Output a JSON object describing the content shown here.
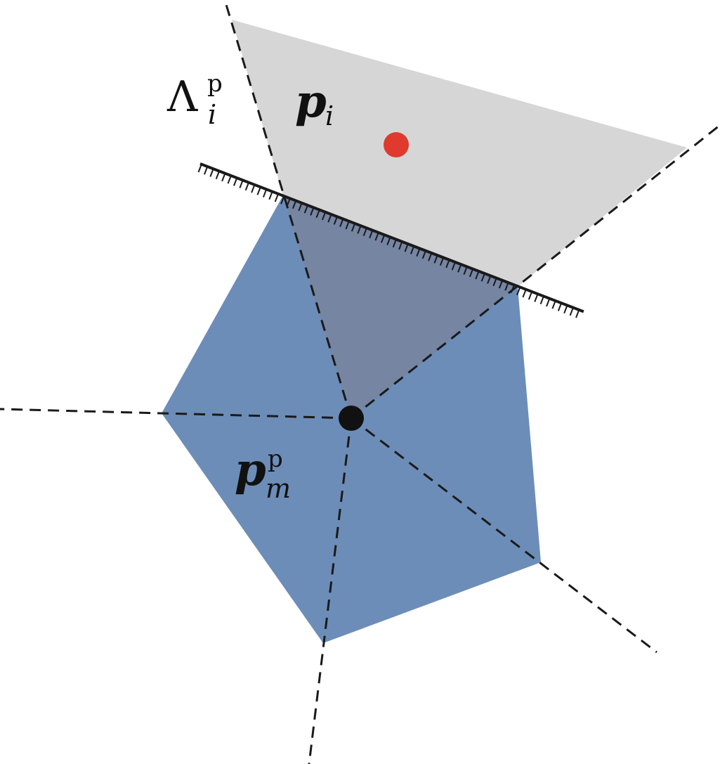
{
  "diagram": {
    "labels": {
      "lambda": {
        "symbol": "Λ",
        "sup": "p",
        "sub": "i"
      },
      "p_i": {
        "symbol": "p",
        "sub": "i"
      },
      "p_m": {
        "symbol": "p",
        "sup": "p",
        "sub": "m"
      }
    },
    "colors": {
      "gray_region": "#d6d6d6",
      "blue_cell": "#6c8db8",
      "overlap": "#7585a2",
      "dashed_line": "#1a1a1a",
      "boundary_line": "#1a1a1a",
      "center_point": "#111111",
      "red_point": "#e03a2e"
    }
  }
}
